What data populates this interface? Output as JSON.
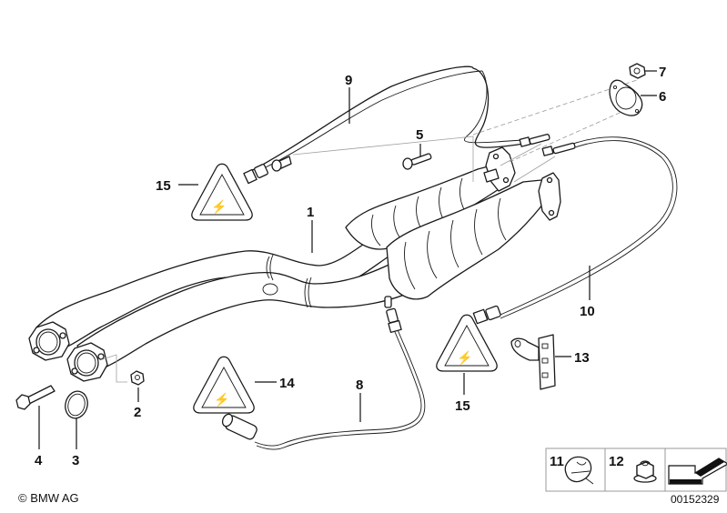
{
  "diagram": {
    "title": "Catalytic converter / exhaust front pipe with oxygen sensors",
    "callouts": [
      {
        "id": "1",
        "label": "1",
        "part": "front-pipe-catalytic-converter"
      },
      {
        "id": "2",
        "label": "2",
        "part": "nut"
      },
      {
        "id": "3",
        "label": "3",
        "part": "gasket-ring"
      },
      {
        "id": "4",
        "label": "4",
        "part": "bolt"
      },
      {
        "id": "5",
        "label": "5",
        "part": "bolt"
      },
      {
        "id": "6",
        "label": "6",
        "part": "flange-gasket"
      },
      {
        "id": "7",
        "label": "7",
        "part": "nut"
      },
      {
        "id": "8",
        "label": "8",
        "part": "oxygen-sensor"
      },
      {
        "id": "9",
        "label": "9",
        "part": "oxygen-sensor"
      },
      {
        "id": "10",
        "label": "10",
        "part": "oxygen-sensor"
      },
      {
        "id": "13",
        "label": "13",
        "part": "bracket"
      },
      {
        "id": "14",
        "label": "14",
        "part": "warning-label"
      },
      {
        "id": "15a",
        "label": "15",
        "part": "warning-label"
      },
      {
        "id": "15b",
        "label": "15",
        "part": "warning-label"
      }
    ],
    "legend_box": [
      {
        "label": "11",
        "part": "clip-nut"
      },
      {
        "label": "12",
        "part": "flange-nut"
      },
      {
        "label": "",
        "part": "direction-arrow"
      }
    ]
  },
  "footer": {
    "copyright": "© BMW AG",
    "catalog_number": "00152329"
  }
}
